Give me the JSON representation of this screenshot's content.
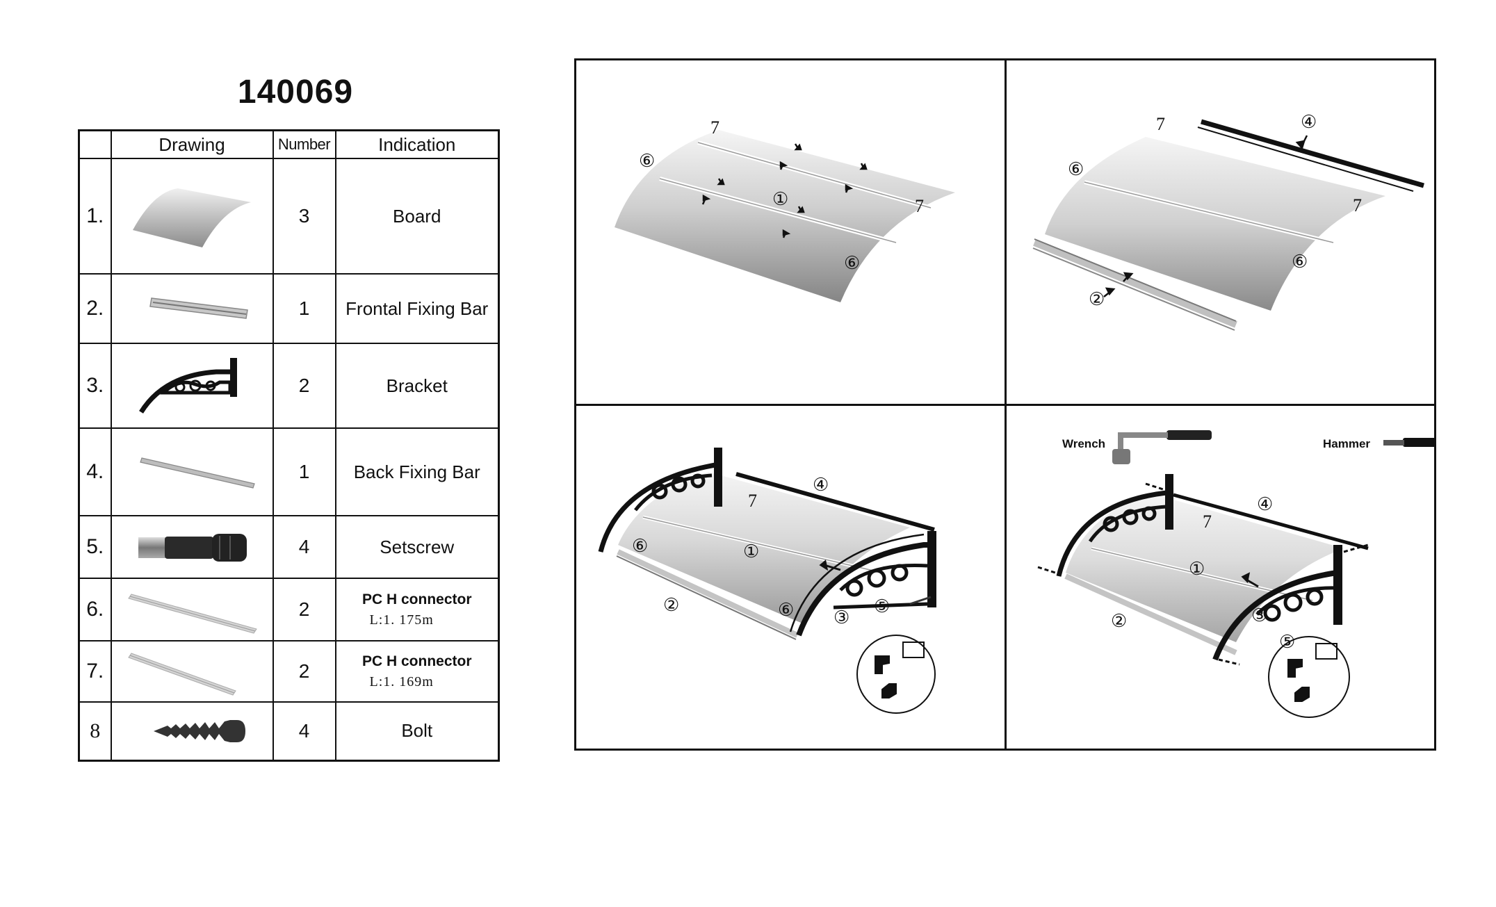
{
  "model_number": "140069",
  "table": {
    "headers": {
      "index": "",
      "drawing": "Drawing",
      "number": "Number",
      "indication": "Indication"
    },
    "rows": [
      {
        "index": "1.",
        "number": "3",
        "indication": "Board",
        "drawing_icon": "board-icon"
      },
      {
        "index": "2.",
        "number": "1",
        "indication": "Frontal Fixing Bar",
        "drawing_icon": "frontal-fixing-bar-icon"
      },
      {
        "index": "3.",
        "number": "2",
        "indication": "Bracket",
        "drawing_icon": "bracket-icon"
      },
      {
        "index": "4.",
        "number": "1",
        "indication": "Back Fixing Bar",
        "drawing_icon": "back-fixing-bar-icon"
      },
      {
        "index": "5.",
        "number": "4",
        "indication": "Setscrew",
        "drawing_icon": "setscrew-icon"
      },
      {
        "index": "6.",
        "number": "2",
        "indication": "PC H connector",
        "length": "L:1. 175m",
        "drawing_icon": "pc-h-connector-icon"
      },
      {
        "index": "7.",
        "number": "2",
        "indication": "PC H connector",
        "length": "L:1. 169m",
        "drawing_icon": "pc-h-connector-icon"
      },
      {
        "index": "8",
        "number": "4",
        "indication": "Bolt",
        "drawing_icon": "bolt-icon"
      }
    ]
  },
  "steps": {
    "step1": {
      "callouts": [
        "7",
        "⑥",
        "①",
        "7",
        "⑥"
      ]
    },
    "step2": {
      "callouts": [
        "7",
        "④",
        "⑥",
        "7",
        "⑥",
        "②"
      ]
    },
    "step3": {
      "callouts": [
        "④",
        "7",
        "①",
        "⑥",
        "②",
        "⑥",
        "③",
        "⑤"
      ]
    },
    "step4": {
      "callouts": [
        "④",
        "7",
        "①",
        "②",
        "③",
        "⑤"
      ],
      "tools": {
        "wrench": "Wrench",
        "hammer": "Hammer"
      }
    }
  },
  "colors": {
    "line": "#111111",
    "board_dark": "#8a8a8a",
    "board_light": "#eeeeee"
  }
}
